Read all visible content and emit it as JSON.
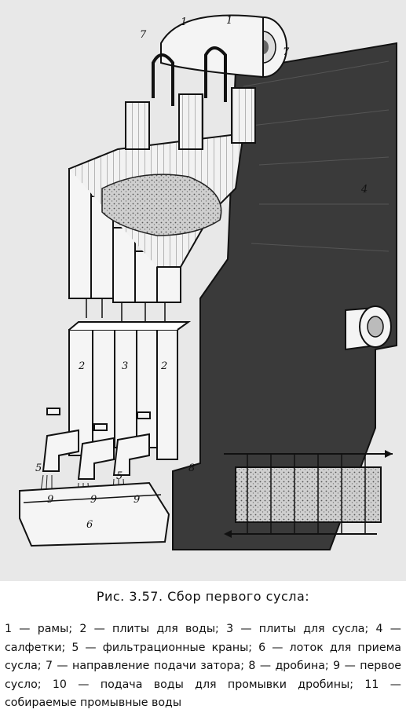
{
  "figure": {
    "labels": {
      "l1a": "1",
      "l1b": "1",
      "l2a": "2",
      "l2b": "2",
      "l3": "3",
      "l4": "4",
      "l5a": "5",
      "l5b": "5",
      "l6": "6",
      "l7a": "7",
      "l7b": "7",
      "l8": "8",
      "l9a": "9",
      "l9b": "9",
      "l9c": "9"
    }
  },
  "caption": "Рис. 3.57. Сбор первого сусла:",
  "legend": "1 — рамы; 2 — плиты для воды; 3 — плиты для сусла; 4 — салфетки; 5 — фильтрационные краны; 6 — лоток для приема сусла; 7 — направление подачи затора; 8 — дробина; 9 — первое сусло; 10 — подача воды для промывки дробины; 11 — собираемые промывные воды",
  "colors": {
    "ink": "#151515",
    "paper": "#e8e8e8",
    "cloth": "#3a3a3a",
    "cake": "#bdbdbd"
  }
}
